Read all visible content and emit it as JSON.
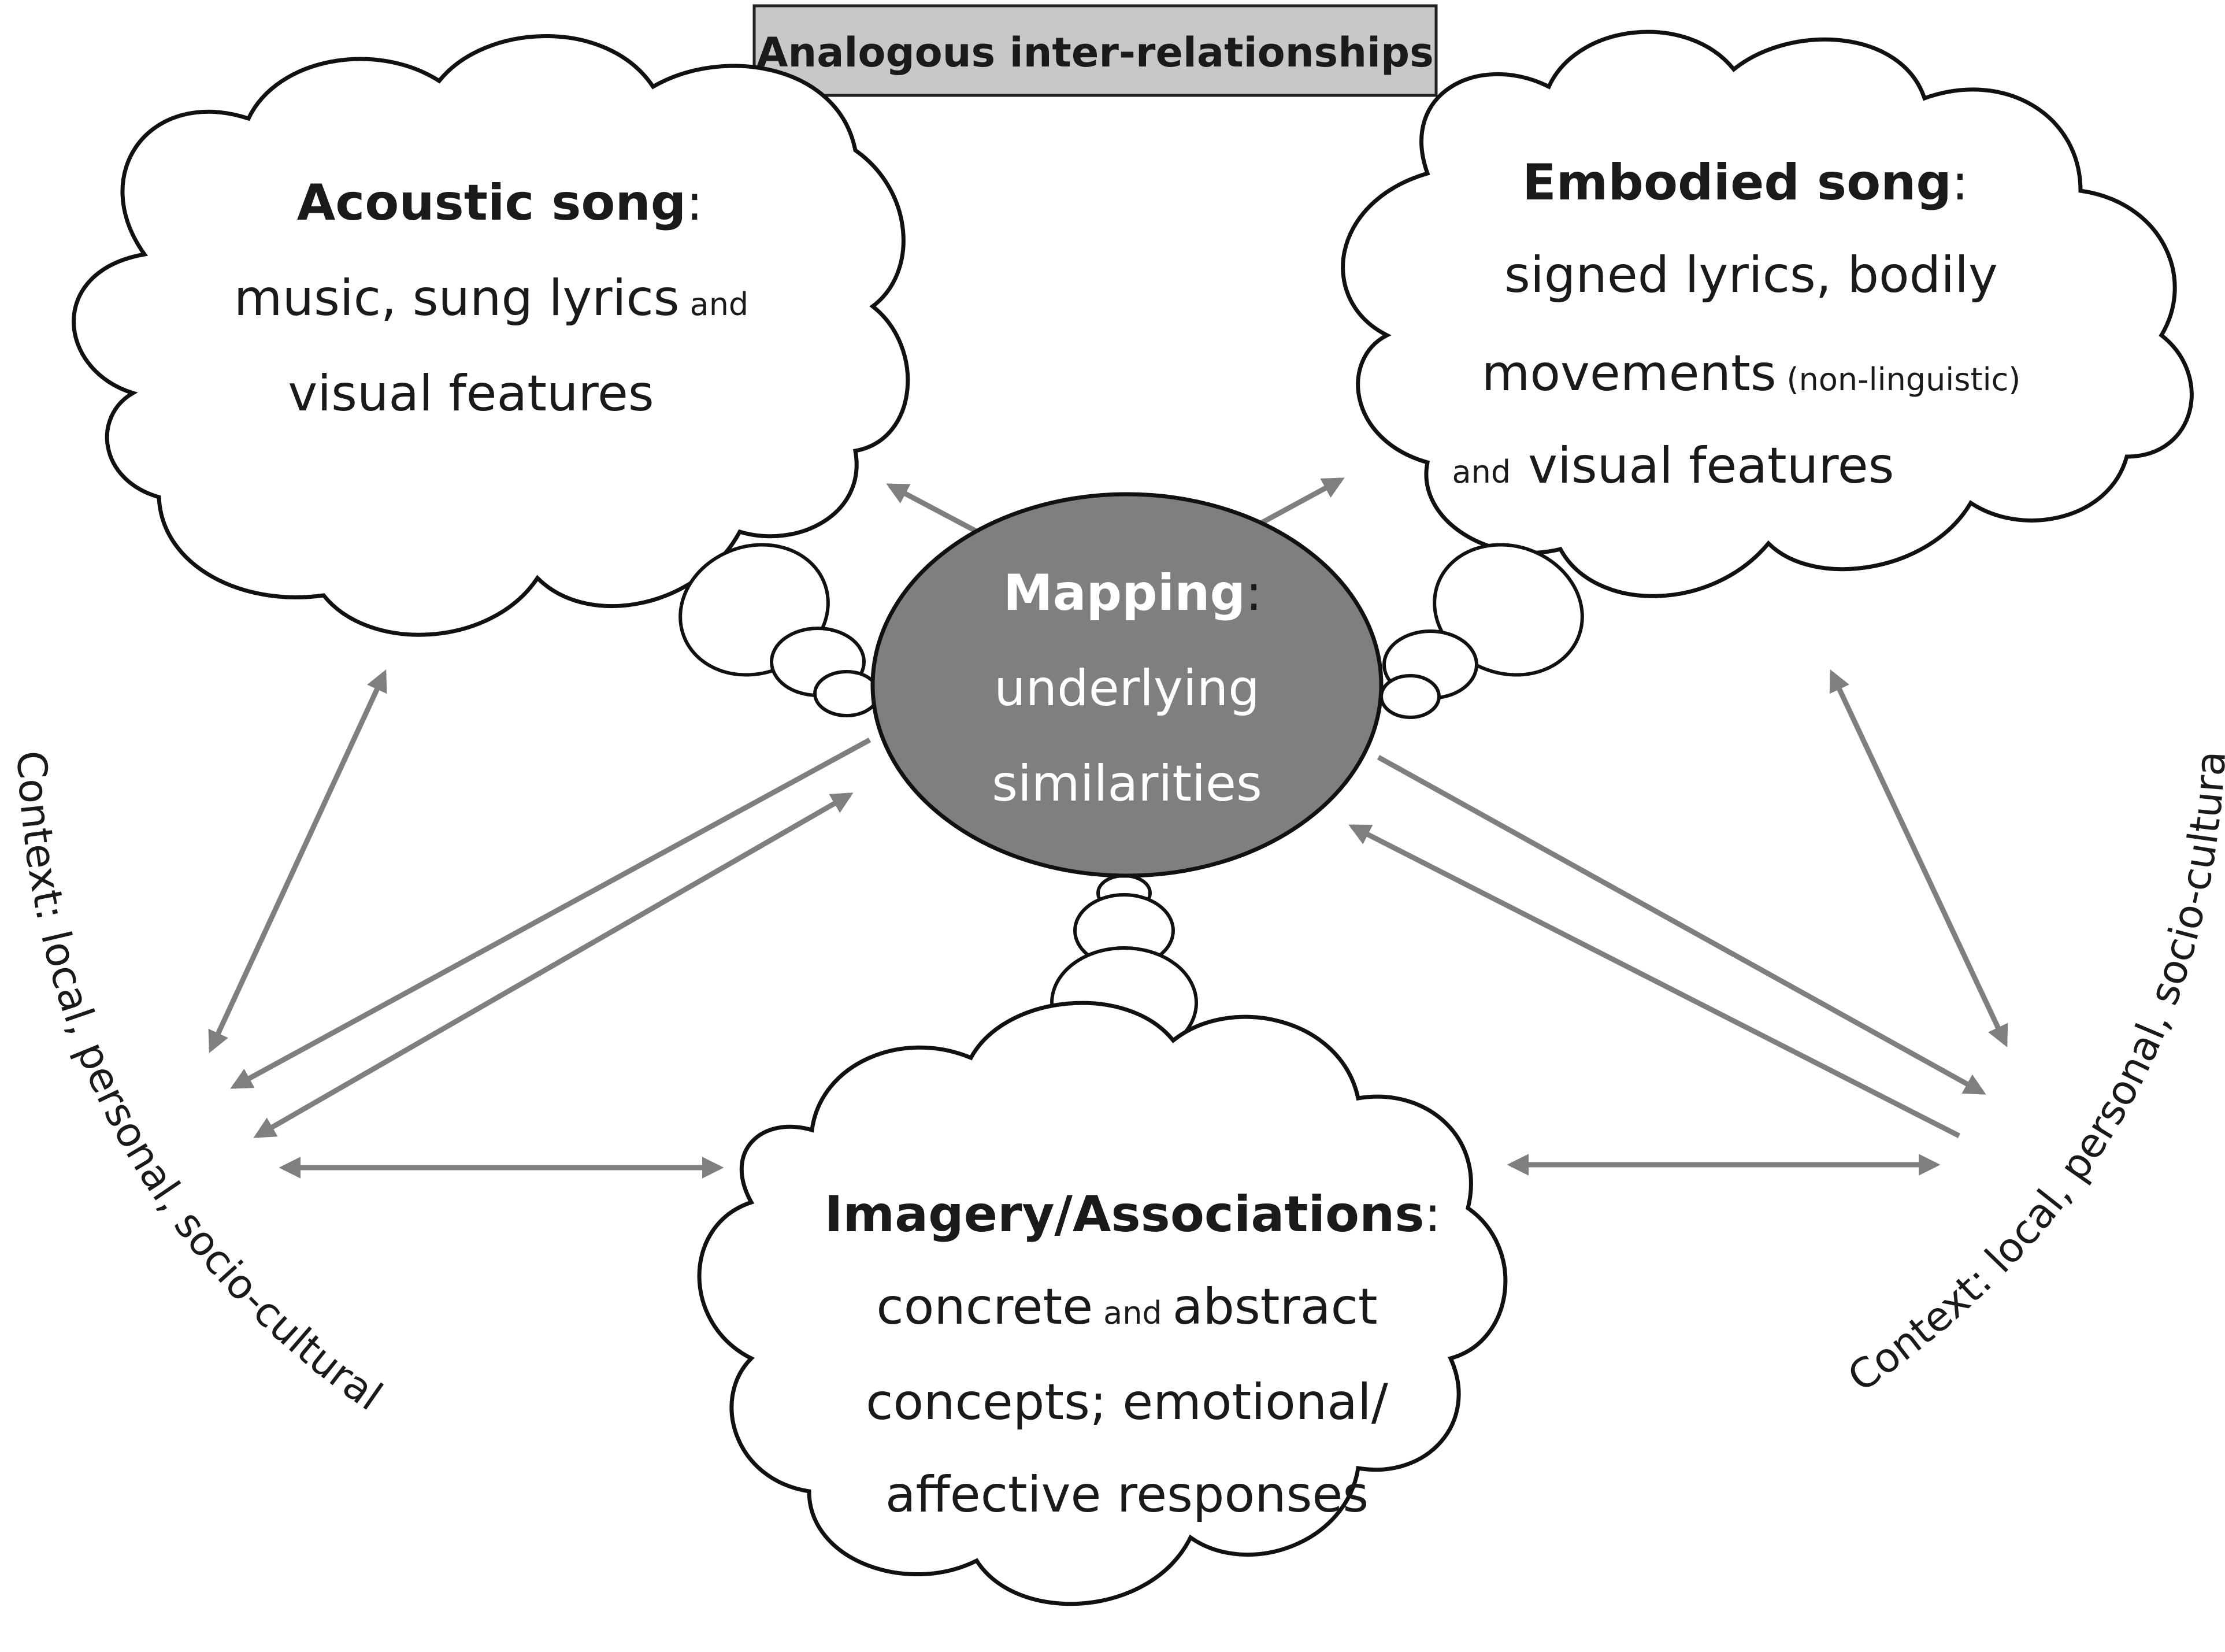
{
  "title": "Analogous inter-relationships",
  "acoustic": {
    "heading": "Acoustic song",
    "line1": "music, sung lyrics",
    "line1_small": "and",
    "line2": "visual  features"
  },
  "embodied": {
    "heading": "Embodied song",
    "line1": "signed lyrics, bodily",
    "line2": "movements",
    "line2_small": "(non-linguistic)",
    "line3_small": "and",
    "line3": "visual  features"
  },
  "mapping": {
    "heading": "Mapping",
    "line1": "underlying",
    "line2": "similarities"
  },
  "imagery": {
    "heading": "Imagery/Associations",
    "line1_a": "concrete",
    "line1_small": "and",
    "line1_b": "abstract",
    "line2": "concepts; emotional/",
    "line3": "affective responses"
  },
  "context_left": "Context: local, personal, socio-cultural",
  "context_right": "Context: local, personal, socio-cultural",
  "colors": {
    "arrow": "#7f7f7f",
    "title_box": "#c8c8c8",
    "mapping_ellipse": "#7f7f7f",
    "mapping_text": "#ffffff"
  }
}
